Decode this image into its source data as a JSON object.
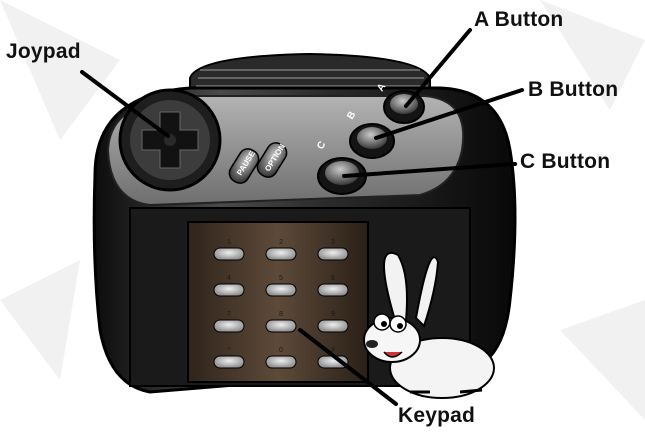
{
  "labels": {
    "joypad": "Joypad",
    "a_button": "A Button",
    "b_button": "B Button",
    "c_button": "C Button",
    "keypad": "Keypad"
  },
  "controller": {
    "pause_label": "PAUSE",
    "option_label": "OPTION",
    "face_button_letters": [
      "C",
      "B",
      "A"
    ],
    "keypad_keys": [
      "1",
      "2",
      "3",
      "4",
      "5",
      "6",
      "7",
      "8",
      "9",
      "*",
      "0",
      "#"
    ]
  },
  "colors": {
    "body": "#3a3a3a",
    "body_dark": "#151515",
    "panel": "#8a8a8a",
    "wood": "#5a4636",
    "key": "#bdbdbd",
    "line": "#000000"
  }
}
